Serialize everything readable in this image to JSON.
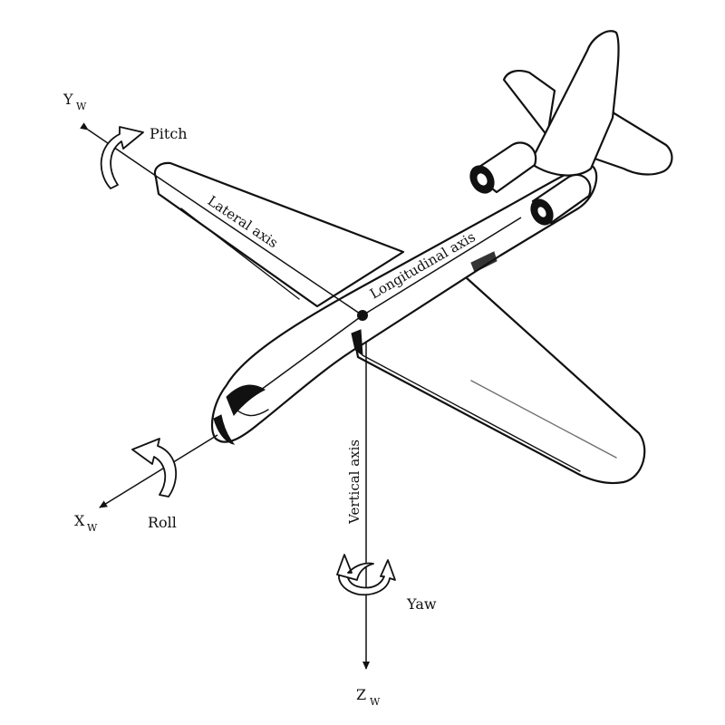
{
  "axes": {
    "yw": {
      "main": "Y",
      "sub": "W"
    },
    "xw": {
      "main": "X",
      "sub": "W"
    },
    "zw": {
      "main": "Z",
      "sub": "W"
    }
  },
  "rotations": {
    "pitch": "Pitch",
    "roll": "Roll",
    "yaw": "Yaw"
  },
  "axis_labels": {
    "lateral": "Lateral axis",
    "longitudinal": "Longitudinal axis",
    "vertical": "Vertical axis"
  }
}
